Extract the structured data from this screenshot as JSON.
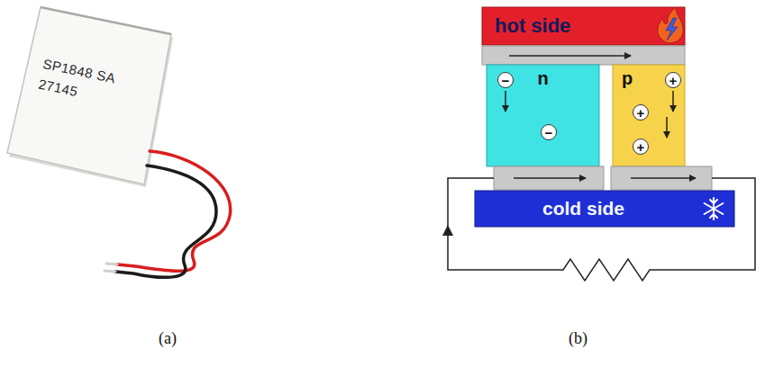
{
  "diagram": {
    "nodes": [
      {
        "text": [
          "SP1848 SA 27145"
        ]
      },
      {
        "text": [
          "hot side"
        ]
      },
      {
        "text": [
          "n"
        ]
      },
      {
        "text": [
          "−"
        ],
        "in": 2
      },
      {
        "text": [
          "−"
        ],
        "in": 2
      },
      {
        "text": [
          "p"
        ]
      },
      {
        "text": [
          "+"
        ],
        "in": 5
      },
      {
        "text": [
          "+"
        ],
        "in": 5
      },
      {
        "text": [
          "+"
        ],
        "in": 5
      },
      {
        "text": [
          "cold side"
        ]
      }
    ],
    "labels": [
      "(a)",
      "(b)"
    ]
  }
}
